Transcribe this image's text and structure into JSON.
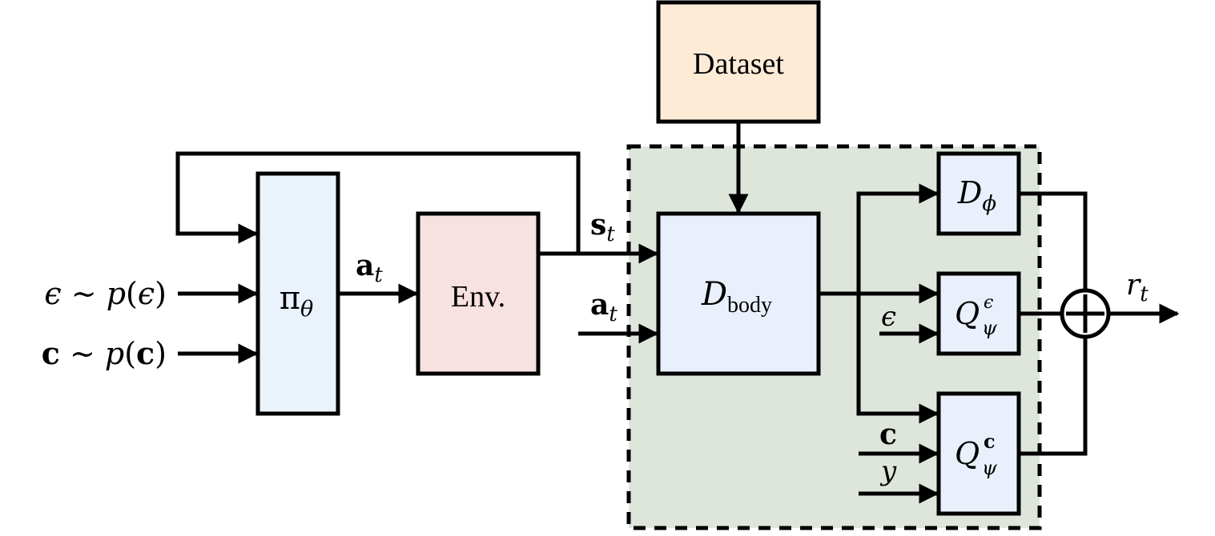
{
  "colors": {
    "policy_fill": "#eaf2fb",
    "env_fill": "#f7e1e1",
    "dataset_fill": "#fdebd6",
    "disc_fill": "#e9f0fb",
    "region_fill": "#dee6dc",
    "line": "#000000"
  },
  "boxes": {
    "dataset": "Dataset",
    "env": "Env.",
    "policy": {
      "main": "π",
      "sub": "θ"
    },
    "dbody": {
      "main": "D",
      "sub": "body"
    },
    "dphi": {
      "main": "D",
      "sub": "ϕ"
    },
    "qeps": {
      "main": "Q",
      "sup": "ϵ",
      "sub": "ψ"
    },
    "qc": {
      "main": "Q",
      "sup": "c",
      "sub": "ψ"
    }
  },
  "inputs": {
    "noise": {
      "a": "ϵ",
      "op": " ∼ ",
      "f": "p",
      "lp": "(",
      "arg": "ϵ",
      "rp": ")"
    },
    "cond": {
      "a": "c",
      "op": " ∼ ",
      "f": "p",
      "lp": "(",
      "arg": "c",
      "rp": ")"
    }
  },
  "signals": {
    "action_main": "a",
    "action_sub": "t",
    "state_main": "s",
    "state_sub": "t",
    "action2_main": "a",
    "action2_sub": "t",
    "eps": "ϵ",
    "c": "c",
    "y": "y",
    "reward_main": "r",
    "reward_sub": "t"
  },
  "summation": "+"
}
